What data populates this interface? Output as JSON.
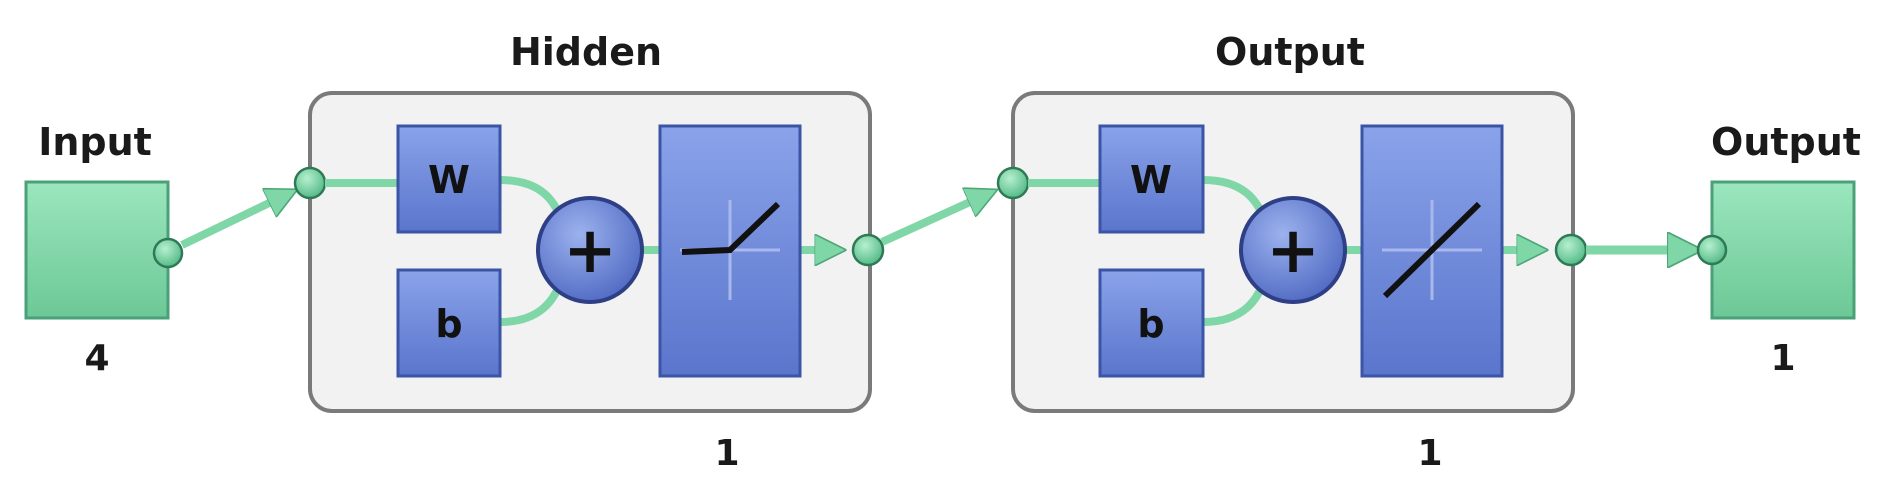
{
  "input": {
    "title": "Input",
    "size": "4"
  },
  "hidden": {
    "title": "Hidden",
    "weight": "W",
    "bias": "b",
    "sum": "+",
    "size": "1",
    "transfer": "relu"
  },
  "output_layer": {
    "title": "Output",
    "weight": "W",
    "bias": "b",
    "sum": "+",
    "size": "1",
    "transfer": "linear"
  },
  "output": {
    "title": "Output",
    "size": "1"
  },
  "colors": {
    "node": "#7fd6a6",
    "block": "#6b86d6",
    "panel": "#f2f2f2",
    "panel_border": "#7a7a7a"
  }
}
